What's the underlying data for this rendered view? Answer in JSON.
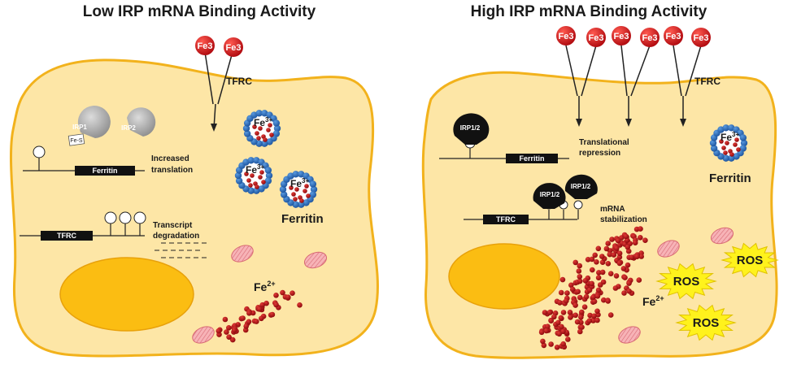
{
  "titles": {
    "left": "Low IRP mRNA Binding Activity",
    "right": "High IRP mRNA Binding Activity"
  },
  "left_panel": {
    "fe3_label": "Fe3",
    "tfrc_label": "TFRC",
    "irp1_label": "IRP1",
    "irp2_label": "IRP2",
    "fes_label": "Fe-S",
    "ferritin_gene": "Ferritin",
    "increased": "Increased",
    "translation": "translation",
    "tfrc_gene": "TFRC",
    "transcript": "Transcript",
    "degradation": "degradation",
    "ferritin_name": "Ferritin",
    "fe3_plus": "Fe",
    "fe3_plus_sup": "3+",
    "fe2_plus": "Fe",
    "fe2_plus_sup": "2+"
  },
  "right_panel": {
    "fe3_label": "Fe3",
    "tfrc_label": "TFRC",
    "irp12_label": "IRP1/2",
    "ferritin_gene": "Ferritin",
    "translational": "Translational",
    "repression": "repression",
    "tfrc_gene": "TFRC",
    "mrna": "mRNA",
    "stabilization": "stabilization",
    "ferritin_name": "Ferritin",
    "fe3_plus": "Fe",
    "fe3_plus_sup": "3+",
    "fe2_plus": "Fe",
    "fe2_plus_sup": "2+",
    "ros": "ROS"
  },
  "colors": {
    "cell_fill": "#fde6a6",
    "cell_stroke": "#f2b21c",
    "nucleus": "#fbbd12",
    "iron_red": "#c8171c",
    "ferritin_blue": "#2e6fb7",
    "ros_yellow": "#fff21c",
    "mito_pink": "#f2a0a6"
  }
}
